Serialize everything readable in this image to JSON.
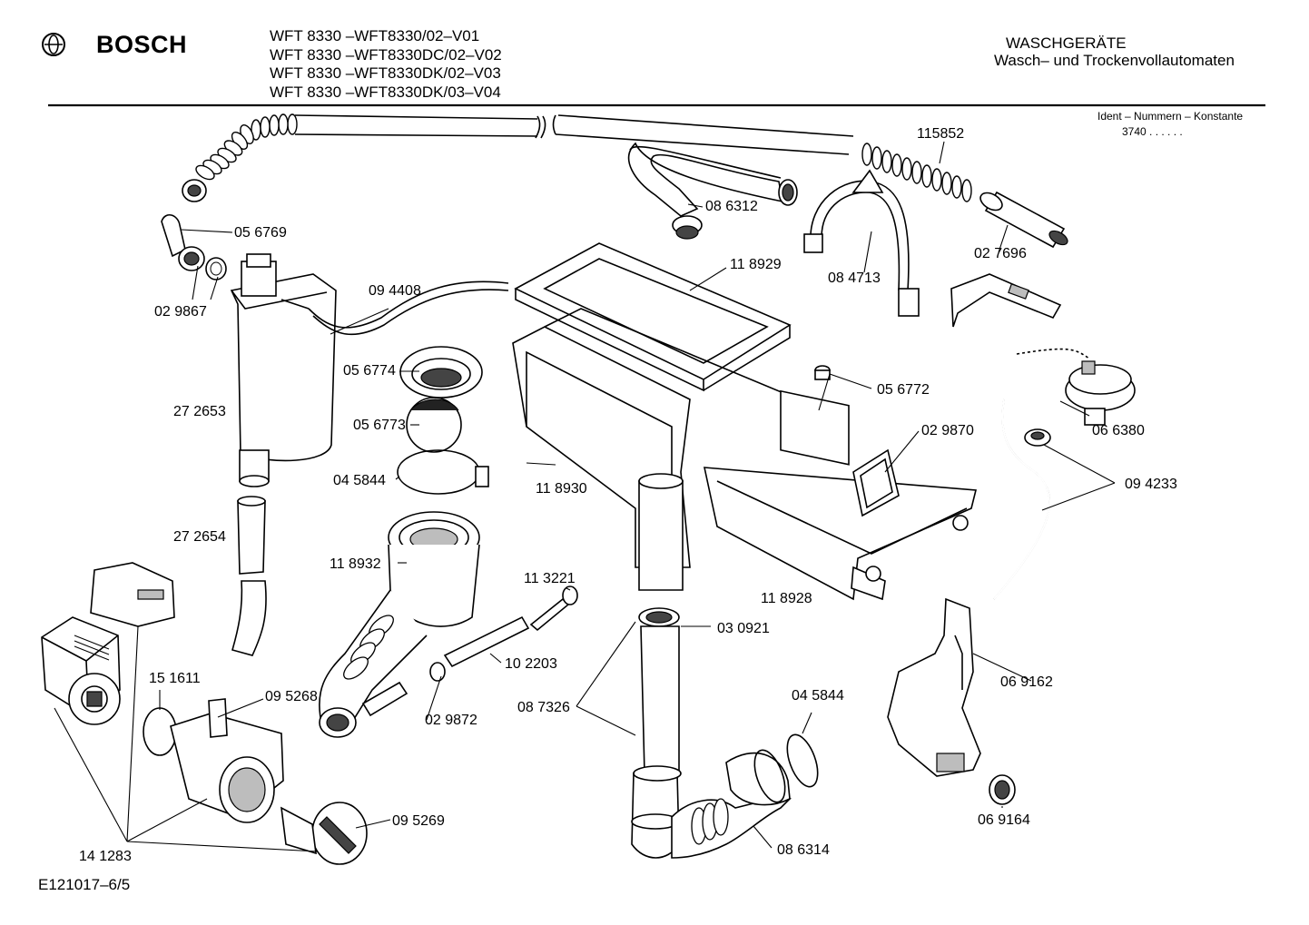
{
  "header": {
    "brand": "BOSCH",
    "brand_logo_icon": "bosch-armature-logo-icon",
    "models": [
      "WFT 8330 –WFT8330/02–V01",
      "WFT 8330 –WFT8330DC/02–V02",
      "WFT 8330 –WFT8330DK/02–V03",
      "WFT 8330 –WFT8330DK/03–V04"
    ],
    "category_title": "WASCHGERÄTE",
    "category_subtitle": "Wasch– und Trockenvollautomaten",
    "ident_label": "Ident – Nummern – Konstante",
    "ident_constant": "3740 . . . . . ."
  },
  "parts": [
    "115852",
    "08 6312",
    "05 6769",
    "11 8929",
    "08 4713",
    "02 7696",
    "02 9867",
    "09 4408",
    "05 6774",
    "05 6772",
    "27 2653",
    "05 6773",
    "02 9870",
    "06 6380",
    "04 5844",
    "11 8930",
    "09 4233",
    "27 2654",
    "11 8932",
    "11 3221",
    "11 8928",
    "03 0921",
    "10 2203",
    "15 1611",
    "09 5268",
    "08 7326",
    "04 5844",
    "06 9162",
    "02 9872",
    "09 5269",
    "06 9164",
    "08 6314",
    "14 1283"
  ],
  "footer": {
    "drawing_code": "E121017–6/5"
  }
}
